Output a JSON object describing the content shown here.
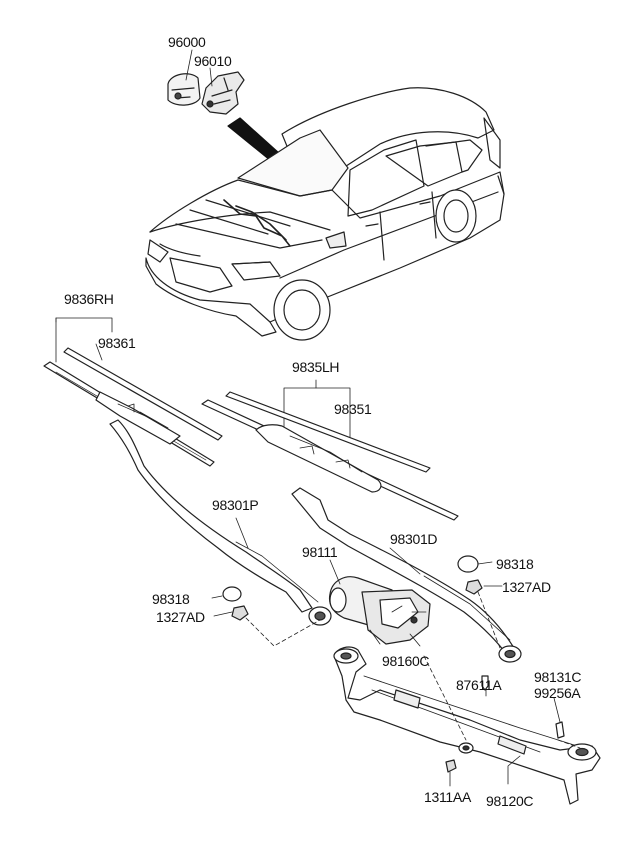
{
  "parts": {
    "washer_reservoir": "96000",
    "washer_motor": "96010",
    "blade_rh_assy": "9836RH",
    "blade_rh_refill": "98361",
    "blade_lh_assy": "9835LH",
    "blade_lh_refill": "98351",
    "arm_passenger": "98301P",
    "arm_driver": "98301D",
    "motor": "98111",
    "cap_left": "98318",
    "cap_right": "98318",
    "nut_left": "1327AD",
    "nut_right": "1327AD",
    "crank": "98160C",
    "bolt": "87611A",
    "pivot_a": "98131C",
    "pivot_b": "99256A",
    "screw": "1311AA",
    "linkage": "98120C"
  }
}
